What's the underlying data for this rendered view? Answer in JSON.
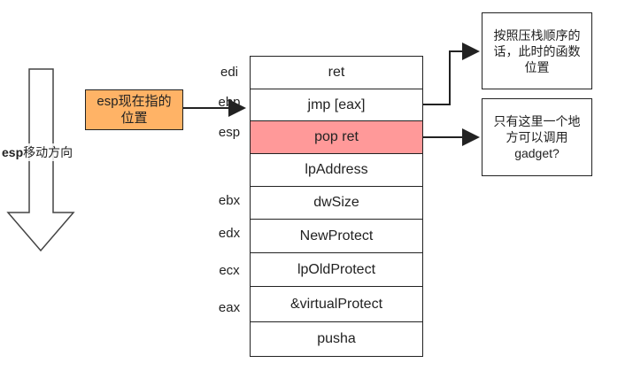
{
  "direction": {
    "prefix": "esp",
    "text": "移动方向"
  },
  "esp_pointer": {
    "label": "esp现在指的位置"
  },
  "stack": {
    "rows": [
      {
        "register": "edi",
        "value": "ret"
      },
      {
        "register": "ebp",
        "value": "jmp [eax]"
      },
      {
        "register": "esp",
        "value": "pop ret"
      },
      {
        "register": "",
        "value": "lpAddress"
      },
      {
        "register": "ebx",
        "value": "dwSize"
      },
      {
        "register": "edx",
        "value": "NewProtect"
      },
      {
        "register": "ecx",
        "value": "lpOldProtect"
      },
      {
        "register": "eax",
        "value": "&virtualProtect"
      },
      {
        "register": "",
        "value": "pusha"
      }
    ]
  },
  "notes": {
    "top": "按照压栈顺序的话，此时的函数位置",
    "bottom": "只有这里一个地方可以调用gadget?"
  },
  "colors": {
    "highlight": "#ff9999",
    "esp_box": "#ffb366",
    "stroke": "#222222"
  }
}
